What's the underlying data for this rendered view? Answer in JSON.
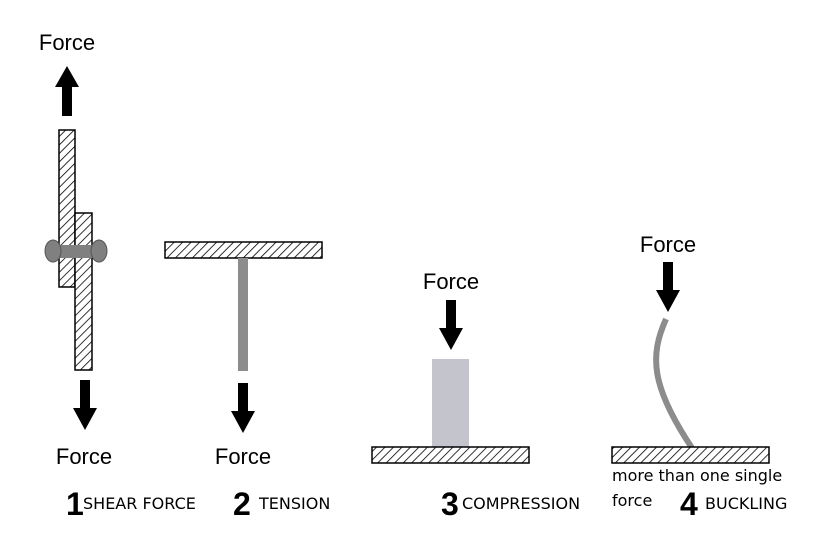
{
  "panels": [
    {
      "number": "1",
      "caption": "SHEAR FORCE",
      "force_labels": [
        "Force",
        "Force"
      ]
    },
    {
      "number": "2",
      "caption": "TENSION",
      "force_labels": [
        "Force"
      ]
    },
    {
      "number": "3",
      "caption": "COMPRESSION",
      "force_labels": [
        "Force"
      ]
    },
    {
      "number": "4",
      "caption": "BUCKLING",
      "force_labels": [
        "Force"
      ],
      "note_lines": [
        "more than one single",
        "force"
      ]
    }
  ],
  "colors": {
    "arrow": "#000000",
    "rod": "#8c8c8c",
    "block": "#c4c4cc",
    "rivet": "#808080",
    "hatch": "#000000"
  }
}
